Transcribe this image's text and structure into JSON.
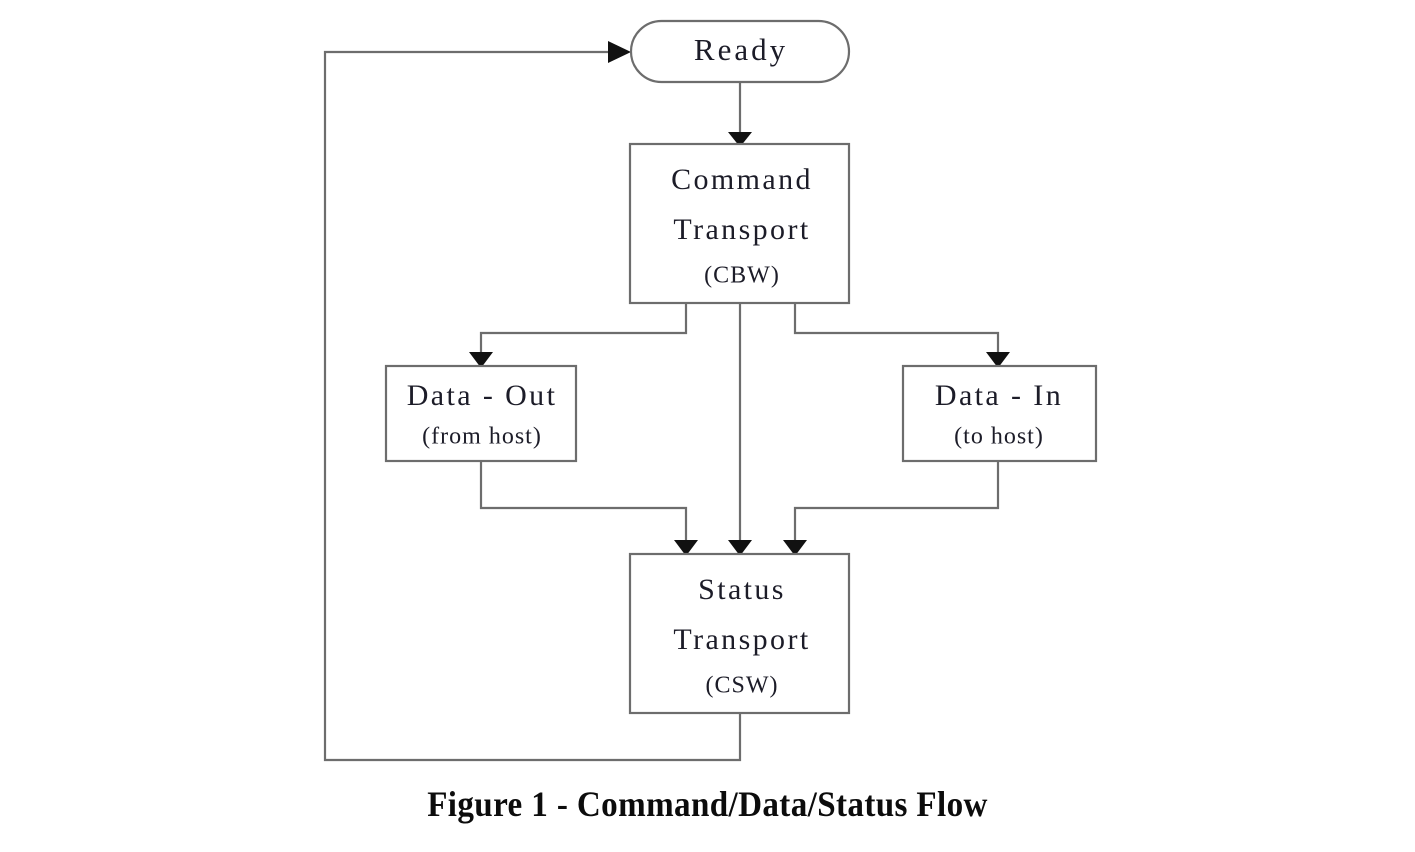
{
  "figure": {
    "caption": "Figure 1 - Command/Data/Status Flow",
    "background_color": "#ffffff",
    "line_color": "#6d6d6d",
    "arrow_color": "#111111",
    "text_color": "#1c1c28"
  },
  "nodes": {
    "ready": {
      "shape": "stadium",
      "label": "Ready"
    },
    "command_transport": {
      "shape": "rectangle",
      "line1": "Command",
      "line2": "Transport",
      "line3": "(CBW)"
    },
    "data_out": {
      "shape": "rectangle",
      "line1": "Data - Out",
      "line2": "(from host)"
    },
    "data_in": {
      "shape": "rectangle",
      "line1": "Data - In",
      "line2": "(to host)"
    },
    "status_transport": {
      "shape": "rectangle",
      "line1": "Status",
      "line2": "Transport",
      "line3": "(CSW)"
    }
  },
  "edges": [
    {
      "id": "ready-to-command",
      "from": "ready",
      "to": "command_transport",
      "arrow": true
    },
    {
      "id": "command-to-data-out",
      "from": "command_transport",
      "to": "data_out",
      "arrow": true
    },
    {
      "id": "command-to-status",
      "from": "command_transport",
      "to": "status_transport",
      "arrow": true
    },
    {
      "id": "command-to-data-in",
      "from": "command_transport",
      "to": "data_in",
      "arrow": true
    },
    {
      "id": "data-out-to-status",
      "from": "data_out",
      "to": "status_transport",
      "arrow": true
    },
    {
      "id": "data-in-to-status",
      "from": "data_in",
      "to": "status_transport",
      "arrow": true
    },
    {
      "id": "status-to-ready",
      "from": "status_transport",
      "to": "ready",
      "arrow": true
    }
  ]
}
